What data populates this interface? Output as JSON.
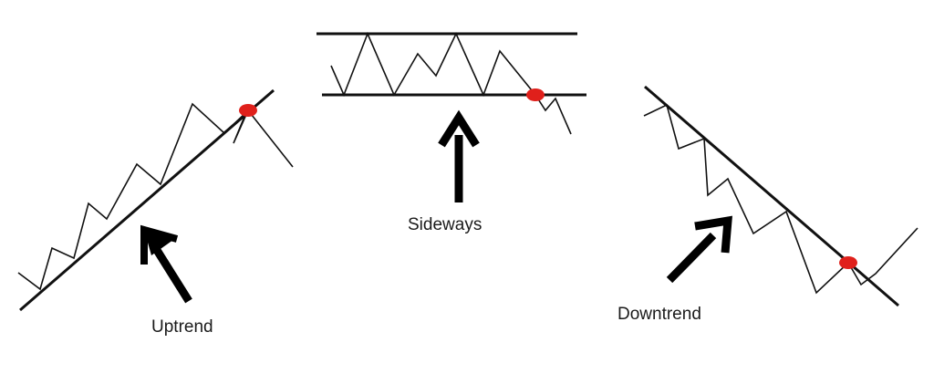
{
  "labels": {
    "uptrend": "Uptrend",
    "sideways": "Sideways",
    "downtrend": "Downtrend"
  },
  "colors": {
    "line": "#111111",
    "breakout_marker": "#e0201b",
    "background": "#ffffff"
  }
}
